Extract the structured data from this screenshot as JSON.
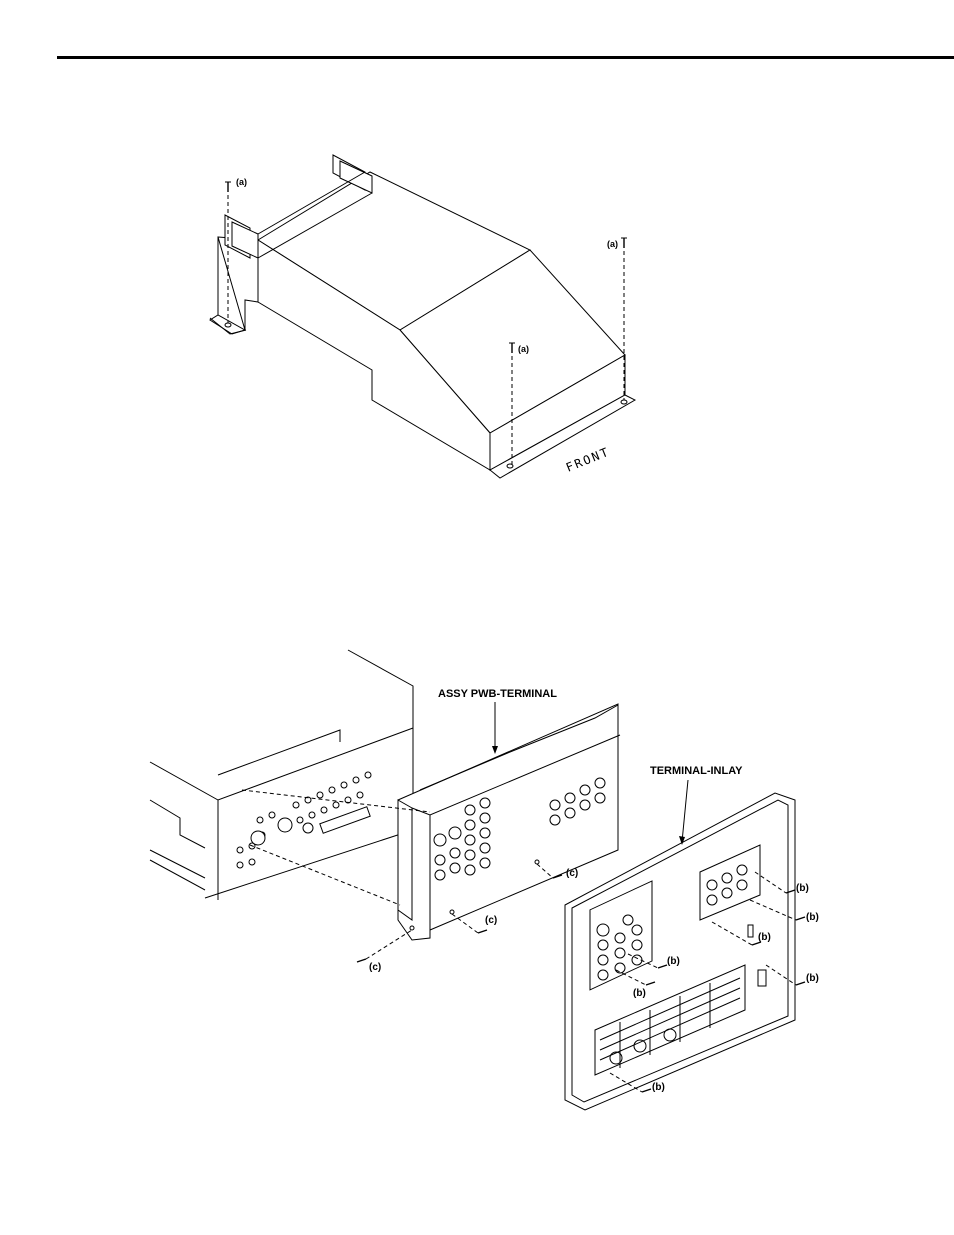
{
  "figure1": {
    "screw_label": "(a)",
    "front_label": "FRONT"
  },
  "figure2": {
    "assy_pwb_terminal": "ASSY PWB-TERMINAL",
    "terminal_inlay": "TERMINAL-INLAY",
    "screw_b": "(b)",
    "screw_c": "(c)"
  }
}
